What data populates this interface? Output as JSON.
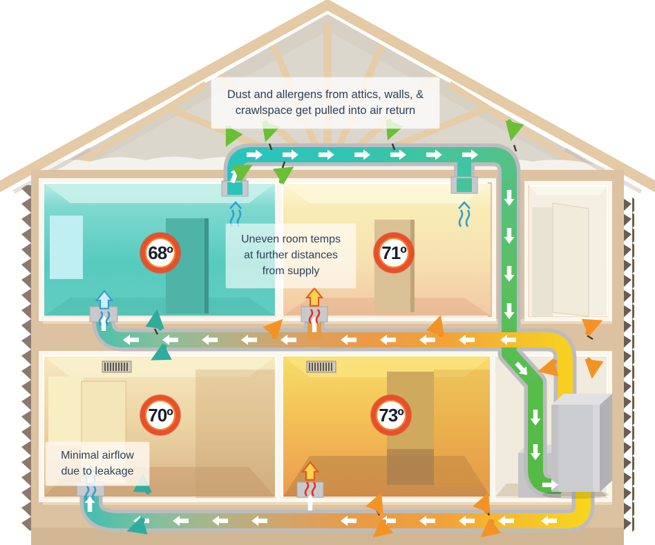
{
  "callouts": {
    "dust_return": {
      "lines": [
        "Dust and allergens from attics, walls, &",
        "crawlspace get pulled into air return"
      ]
    },
    "uneven_temps": {
      "lines": [
        "Uneven room temps",
        "at further distances",
        "from supply"
      ]
    },
    "leakage": {
      "lines": [
        "Minimal airflow",
        "due to leakage"
      ]
    }
  },
  "temperatures": [
    {
      "room": "upper-left",
      "value": "68º"
    },
    {
      "room": "upper-middle",
      "value": "71º"
    },
    {
      "room": "lower-left",
      "value": "70º"
    },
    {
      "room": "lower-middle",
      "value": "73º"
    }
  ],
  "colors": {
    "supply_duct_cool": "#3abfb1",
    "supply_duct_warm": "#f8d51d",
    "return_duct_green": "#55ba45",
    "attic_duct_teal": "#2ac3bc",
    "badge_ring": "#e7502a",
    "callout_text": "#2e4057",
    "structure_tan": "#dcc2a1",
    "leak_arrow_orange": "#f08c28",
    "leak_arrow_teal": "#2fab9f",
    "dust_arrow_green": "#6abf35"
  }
}
